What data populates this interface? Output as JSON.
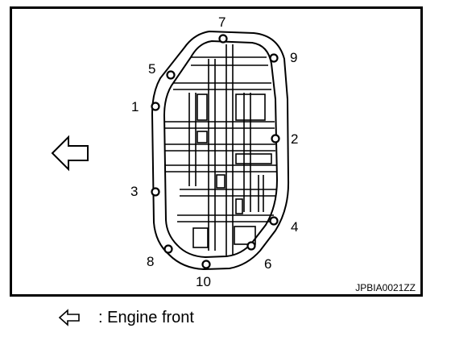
{
  "bolts": [
    {
      "id": "1",
      "label": "1"
    },
    {
      "id": "2",
      "label": "2"
    },
    {
      "id": "3",
      "label": "3"
    },
    {
      "id": "4",
      "label": "4"
    },
    {
      "id": "5",
      "label": "5"
    },
    {
      "id": "6",
      "label": "6"
    },
    {
      "id": "7",
      "label": "7"
    },
    {
      "id": "8",
      "label": "8"
    },
    {
      "id": "9",
      "label": "9"
    },
    {
      "id": "10",
      "label": "10"
    }
  ],
  "figure_code": "JPBIA0021ZZ",
  "legend": {
    "icon": "outline-arrow-left-icon",
    "text": ": Engine front"
  }
}
